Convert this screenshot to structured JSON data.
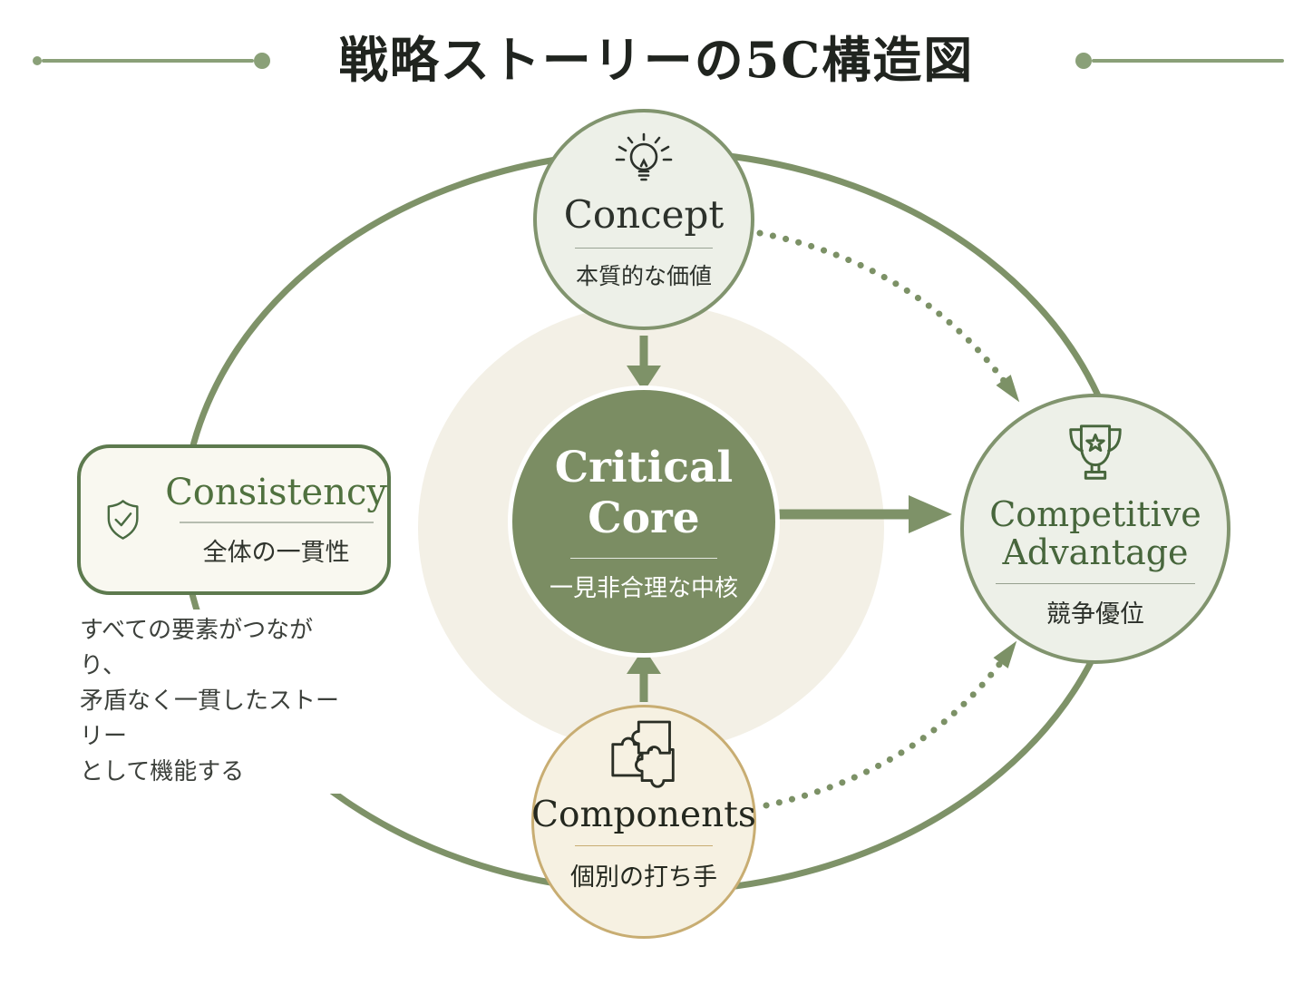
{
  "title": {
    "text": "戦略ストーリーの5C構造図"
  },
  "nodes": {
    "concept": {
      "label": "Concept",
      "sublabel": "本質的な価値",
      "icon": "lightbulb-icon"
    },
    "critical_core": {
      "label_line1": "Critical",
      "label_line2": "Core",
      "sublabel": "一見非合理な中核"
    },
    "competitive_advantage": {
      "label_line1": "Competitive",
      "label_line2": "Advantage",
      "sublabel": "競争優位",
      "icon": "trophy-icon"
    },
    "components": {
      "label": "Components",
      "sublabel": "個別の打ち手",
      "icon": "puzzle-icon"
    },
    "consistency": {
      "label": "Consistency",
      "sublabel": "全体の一貫性",
      "icon": "shield-check-icon",
      "description_lines": [
        "すべての要素がつながり、",
        "矛盾なく一貫したストーリー",
        "として機能する"
      ]
    }
  },
  "connections": [
    {
      "from": "concept",
      "to": "critical_core",
      "style": "solid-arrow"
    },
    {
      "from": "components",
      "to": "critical_core",
      "style": "solid-arrow"
    },
    {
      "from": "critical_core",
      "to": "competitive_advantage",
      "style": "solid-arrow"
    },
    {
      "from": "concept",
      "to": "competitive_advantage",
      "style": "dotted-arrow"
    },
    {
      "from": "components",
      "to": "competitive_advantage",
      "style": "dotted-arrow"
    },
    {
      "loop": "consistency-ellipse",
      "style": "solid-ring"
    }
  ],
  "colors": {
    "line_green": "#7e9268",
    "core_fill": "#7b8d63",
    "node_fill_green": "#edf0e8",
    "node_border_green": "#81946e",
    "cream_fill": "#f6f1e2",
    "tan_border": "#c8ad72",
    "box_border": "#5d7a4e",
    "box_fill": "#f9f8f0",
    "halo": "#f3f0e6",
    "text_dark": "#24281f",
    "text_green": "#4d6c3f"
  }
}
